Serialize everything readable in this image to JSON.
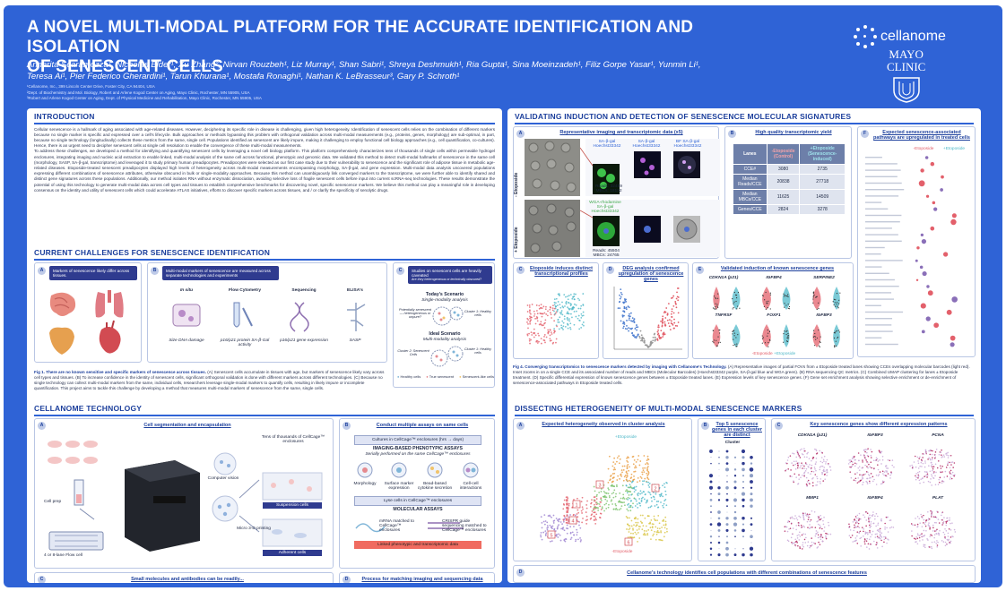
{
  "header": {
    "title_line1": "A NOVEL MULTI-MODAL PLATFORM FOR THE ACCURATE IDENTIFICATION AND ISOLATION",
    "title_line2": "OF SENESCENT CELLS",
    "authors_line1": "Annarita Scaramozza¹, Nicholas Elder¹, Xu Zhang², Nirvan Rouzbeh¹, Liz Murray¹, Shan Sabri¹, Shreya Deshmukh¹, Ria Gupta¹, Sina Moeinzadeh¹, Filiz Gorpe Yasar¹, Yunmin Li¹,",
    "authors_line2": "Teresa Ai¹, Pier Federico Gherardini¹, Tarun Khurana¹, Mostafa Ronaghi¹, Nathan K. LeBrasseur³, Gary P. Schroth¹",
    "affil1": "¹Cellanome, Inc., 399 Lincoln Center Drive, Foster City, CA 94404, USA",
    "affil2": "²Dept. of Biochemistry and Mol. Biology, Robert and Arlene Kogod Center on Aging, Mayo Clinic, Rochester, MN 55905, USA",
    "affil3": "³Robert and Arlene Kogod Center on Aging, Dept. of Physical Medicine and Rehabilitation, Mayo Clinic, Rochester, MN 55905, USA",
    "logo_cellanome": "cellanome",
    "logo_mayo_1": "MAYO",
    "logo_mayo_2": "CLINIC"
  },
  "intro": {
    "title": "INTRODUCTION",
    "p1": "Cellular senescence is a hallmark of aging associated with age-related diseases. However, deciphering its specific role in disease is challenging, given high heterogeneity. Identification of senescent cells relies on the combination of different markers because no single marker is specific and expressed over a cell's lifecycle. Bulk approaches or methods bypassing this problem with orthogonal validation across multi-modal measurements (e.g., proteins, genes, morphology) are sub-optimal, in part, because no single technology (longitudinally) collects these metrics from the same, single cell. Populations identified as senescent are likely impure, making it challenging to employ functional cell biology approaches (e.g., cell quantification, co-cultures). Hence, there is an urgent need to decipher senescent cells at single cell resolution to enable the convergence of these multi-modal measurements.",
    "p2": "To address these challenges, we developed a method for identifying and quantifying senescent cells by leveraging a novel cell biology platform. This platform comprehensively characterizes tens of thousands of single cells within permeable hydrogel enclosures, integrating imaging and nucleic acid extraction to enable linked, multi-modal analysis of the same cell across functional, phenotypic and genomic data. We validated this method to detect multi-modal hallmarks of senescence in the same cell (morphology, SASP, SA-β-gal, transcriptome) and leveraged it to study primary human preadipocytes. Preadipocytes were selected as our first case study due to their vulnerability to senescence and the significant role of adipose tissue in metabolic age-related diseases. Etoposide-treated senescent preadipocytes displayed high levels of heterogeneity across multi-modal measurements encompassing morphology, SA-β-gal, and gene expression. Multi-modal data analysis uncovered populations expressing different combinations of senescence attributes, otherwise obscured in bulk or single-modality approaches. Because this method can unambiguously link converged markers to the transcriptome, we were further able to identify shared and distinct gene signatures across these populations. Additionally, our method isolates RNA without enzymatic dissociation, avoiding selective loss of fragile senescent cells before input into current scRNA-seq technologies. These results demonstrate the potential of using this technology to generate multi-modal data across cell types and tissues to establish comprehensive benchmarks for discovering novel, specific senescence markers. We believe this method can play a meaningful role in developing consensus on the identity and utility of senescent cells which could accelerate ATLAS initiatives, efforts to discover specific markers across tissues, and / or clarify the specificity of senolytic drugs."
  },
  "challenges": {
    "title": "CURRENT CHALLENGES FOR SENESCENCE IDENTIFICATION",
    "a_label": "A",
    "a_text": "Markers of senescence likely differ across tissues.",
    "b_label": "B",
    "b_text": "Multi-modal markers of senescence are measured across separate technologies and experiments",
    "c_label": "C",
    "c_text": "Studies on senescent cells are heavily caveated",
    "c_subtext": "Are they heterogeneous or technically obscured?",
    "methods": [
      "In situ",
      "Flow Cytometry",
      "Sequencing",
      "ELISA's"
    ],
    "method_notes": [
      "Size DNA damage",
      "p16/p21 protein SA-β-Gal activity",
      "p16/p21 gene expression",
      "SASP"
    ],
    "today_title": "Today's Scenario",
    "today_sub": "Single-modality analysis",
    "ideal_title": "Ideal Scenario",
    "ideal_sub": "Multi-modality analysis",
    "cluster1": "Cluster 1: Healthy cells",
    "cluster2": "Cluster 2: Senescent Cells",
    "uncertain": "Potentially senescent — heterogeneous or unpure?",
    "legend": [
      "Healthy cells",
      "True senescent",
      "Senescent-like cells"
    ],
    "caption_bold": "Fig 1. There are no known sensitive and specific markers of senescence across tissues.",
    "caption_rest": " (A) Senescent cells accumulate in tissues with age, but markers of senescence likely vary across cell types and tissues. (B) To increase confidence in the identity of senescent cells, significant orthogonal validation is done with different markers across different technologies. (C) Because no single technology can collect multi-modal markers from the same, individual cells, researchers leverage single-modal markers to quantify cells, resulting in likely impure or incomplete quantification. This project aims to tackle this challenge by developing a method that measures multi-modal markers of senescence from the same, single cells."
  },
  "tech": {
    "title": "CELLANOME TECHNOLOGY",
    "a_label": "A",
    "a_title": "Cell segmentation and encapsulation",
    "cell_prep": "Cell prep",
    "flow_cell": "4 or 8-lane Flow cell",
    "computer_vision": "Computer vision",
    "micro3d": "Micro 3-D printing",
    "tens_of_thousands": "Tens of thousands of CellCage™ enclosures",
    "suspension": "Suspension cells",
    "adherent": "Adherent cells",
    "b_label": "B",
    "b_title": "Conduct multiple assays on same cells",
    "culture": "Cultures in CellCage™ enclosures (hrs → days)",
    "imaging_title": "IMAGING-BASED PHENOTYPIC ASSAYS",
    "imaging_sub": "Serially performed on the same CellCage™ enclosures",
    "imaging_items": [
      "Morphology",
      "Surface marker expression",
      "Bead-based cytokine secretion",
      "Cell-cell interactions"
    ],
    "lyse": "Lyse cells in CellCage™ enclosures",
    "molecular_title": "MOLECULAR ASSAYS",
    "mrna": "mRNA matched to CellCage™ enclosures",
    "crispr": "CRISPR guide sequencing matched to CellCage™ enclosures",
    "linked": "Linked phenotypic and transcriptomic data",
    "c_label": "C",
    "c_title": "Small molecules and antibodies can be readily...",
    "d_label": "D",
    "d_title": "Process for matching imaging and sequencing data"
  },
  "validating": {
    "title": "VALIDATING INDUCTION AND DETECTION OF SENESCENCE MOLECULAR SIGNATURES",
    "a_label": "A",
    "a_title": "Representative imaging and transcriptomic data (x5)",
    "minus_etop": "- Etoposide",
    "plus_etop": "+ Etoposide",
    "reads_minus": "Reads: 32489",
    "mbcs_minus": "MBCs: 18122",
    "reads_plus": "Reads: 45504",
    "mbcs_plus": "MBCs: 24765",
    "stain_labels": [
      "SA-β-gal Hoechst33342",
      "SA-β-gal Hoechst33342",
      "BF SA-β-gal Hoechst33342"
    ],
    "wga_label": "WGA-rhodamine SA-β-gal Hoechst33342",
    "b_label": "B",
    "b_title": "High quality transcriptomic yield",
    "table_headers": [
      "Lanes",
      "-Etoposide (Control)",
      "+Etoposide (Senescence-induced)"
    ],
    "table_rows": [
      [
        "CCE#",
        "3080",
        "2735"
      ],
      [
        "Median Reads/CCE",
        "20838",
        "27718"
      ],
      [
        "Median MBCs/CCE",
        "11625",
        "14509"
      ],
      [
        "Genes/CCE",
        "2824",
        "3278"
      ]
    ],
    "c_label": "C",
    "c_title": "Etoposide induces distinct transcriptional profiles",
    "d_label": "D",
    "d_title": "DEG analysis confirmed upregulation of senescence genes",
    "e_label": "E",
    "e_title": "Validated induction of known senescence genes",
    "genes_top": [
      "CDKN1A (p21)",
      "IGFBP4",
      "SERPINE2"
    ],
    "genes_bottom": [
      "TNFRSF",
      "FOXF1",
      "IGFBP3"
    ],
    "violin_legend": [
      "-Etoposide",
      "+Etoposide"
    ],
    "f_label": "F",
    "f_title": "Expected senescence-associated pathways are upregulated in treated cells",
    "f_cols": [
      "-Etoposide",
      "+Etoposide"
    ],
    "caption_bold": "Fig 4. Converging transcriptomics to senescence markers detected by imaging with Cellanome's Technology.",
    "caption_rest": " (A) Representative images of partial FOVs from ± Etoposide treated lanes showing CCEs overlapping molecular barcodes (light red). Inset zooms in on a single CCE and its associated number of reads and MBCs (Molecular Barcodes) (Hoechst33342 purple, SA-β-gal blue and WGA green). (B) RNA sequencing QC metrics. (C) Combined UMAP clustering for lanes ± Etoposide treatment. (D) Specific differential expression of known senescence genes between ± Etoposide treated lanes. (E) Expression levels of key senescence genes. (F) Gene set enrichment analysis showing selective enrichment or de-enrichment of senescence-associated pathways in Etoposide treated cells."
  },
  "dissecting": {
    "title": "DISSECTING HETEROGENEITY OF MULTI-MODAL SENESCENCE MARKERS",
    "a_label": "A",
    "a_title": "Expected heterogeneity observed in cluster analysis",
    "plus_etop": "+Etoposide",
    "minus_etop": "-Etoposide",
    "clusters": [
      "1",
      "2",
      "3",
      "4",
      "5",
      "6"
    ],
    "b_label": "B",
    "b_title": "Top 5 senescence genes in each cluster are distinct",
    "b_axis": "Cluster",
    "c_label": "C",
    "c_title": "Key senescence genes show different expression patterns",
    "genes_top": [
      "CDKN1A (p21)",
      "IGFBP3",
      "PCNA"
    ],
    "genes_bottom": [
      "MMP1",
      "IGFBP4",
      "PLAT"
    ],
    "d_label": "D",
    "d_title": "Cellanome's technology identifies cell populations with different combinations of senescence features"
  },
  "colors": {
    "brand_blue": "#2f63d6",
    "navy": "#2f3b8f",
    "section_title": "#1c3f9c",
    "minus_color": "#e3606b",
    "plus_color": "#4fb8c8"
  }
}
